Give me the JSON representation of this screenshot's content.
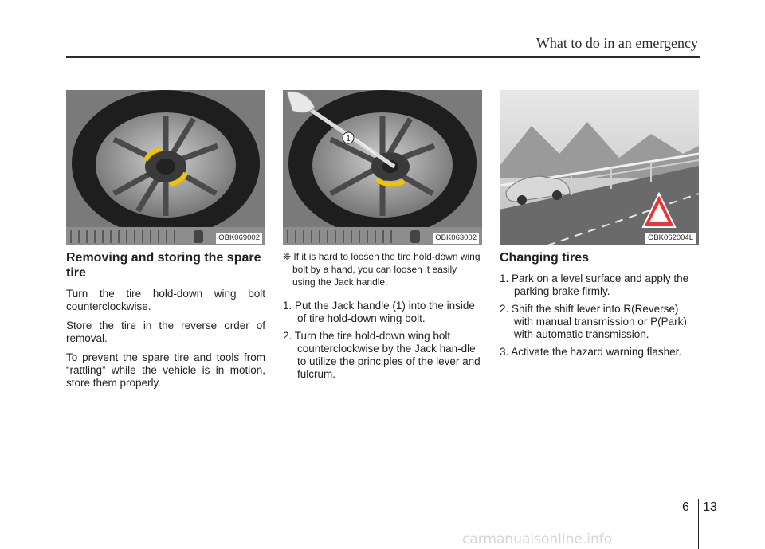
{
  "header": {
    "title": "What to do in an emergency"
  },
  "figures": [
    {
      "code": "OBK069002"
    },
    {
      "code": "OBK063002",
      "callout": "1"
    },
    {
      "code": "OBK062004L"
    }
  ],
  "col1": {
    "heading": "Removing and storing the spare tire",
    "paragraphs": [
      "Turn the tire hold-down wing bolt counterclockwise.",
      "Store the tire in the reverse order of removal.",
      "To prevent the spare tire and tools from “rattling” while the vehicle is in motion, store them properly."
    ]
  },
  "col2": {
    "note": "❈ If it is hard to loosen the tire hold-down wing bolt by a hand, you can loosen it easily using the Jack handle.",
    "steps": [
      "1. Put the Jack handle (1) into the inside of tire hold-down wing bolt.",
      "2. Turn the tire hold-down wing bolt counterclockwise by the Jack han-dle to utilize the principles of the lever and fulcrum."
    ]
  },
  "col3": {
    "heading": "Changing tires",
    "steps": [
      "1. Park on a level surface and apply the parking brake firmly.",
      "2. Shift the shift lever into R(Reverse) with manual transmission or P(Park) with automatic transmission.",
      "3. Activate the hazard warning flasher."
    ]
  },
  "footer": {
    "chapter": "6",
    "page": "13"
  },
  "watermark": "carmanualsonline.info",
  "colors": {
    "arrow": "#f2c400",
    "rule": "#2b2b2b"
  }
}
